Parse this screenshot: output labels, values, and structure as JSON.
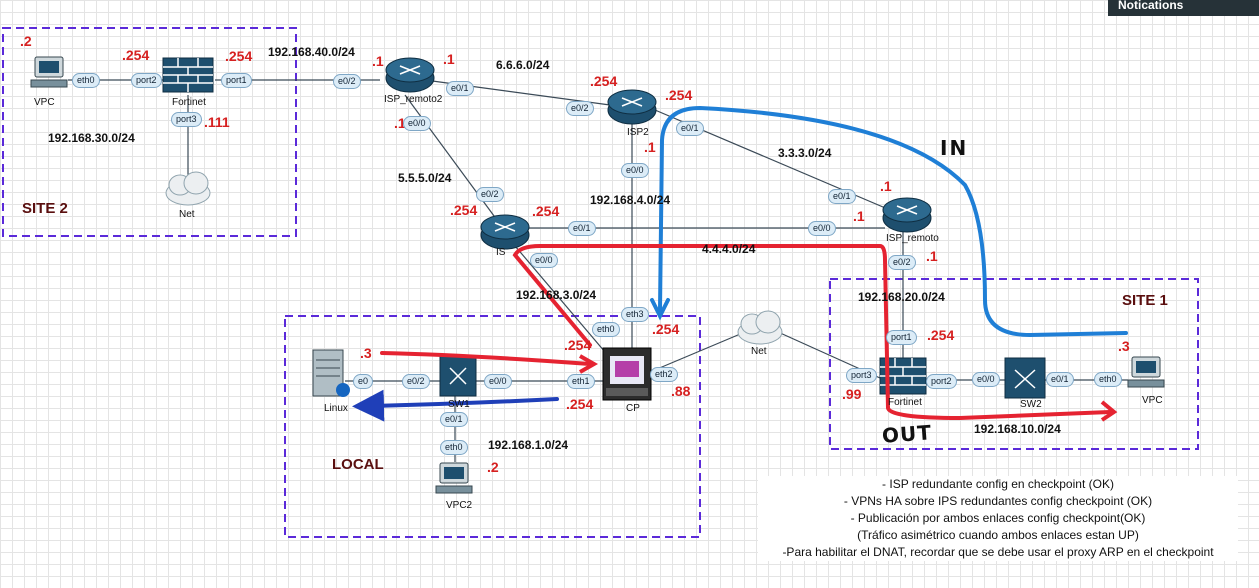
{
  "header": {
    "notifications_label": "Notications"
  },
  "sites": {
    "site2": "SITE 2",
    "site1": "SITE 1",
    "local": "LOCAL"
  },
  "devices": {
    "vpc_site2": "VPC",
    "fortinet_site2": "Fortinet",
    "net_site2": "Net",
    "isp_remoto2": "ISP_remoto2",
    "isp2": "ISP2",
    "isp1": "IS",
    "isp_remoto": "ISP_remoto",
    "linux": "Linux",
    "sw1": "SW1",
    "vpc2": "VPC2",
    "cp": "CP",
    "net_center": "Net",
    "fortinet_site1": "Fortinet",
    "sw2": "SW2",
    "vpc_site1": "VPC"
  },
  "networks": {
    "n30": "192.168.30.0/24",
    "n40": "192.168.40.0/24",
    "n666": "6.6.6.0/24",
    "n555": "5.5.5.0/24",
    "n333": "3.3.3.0/24",
    "n4": "192.168.4.0/24",
    "n444": "4.4.4.0/24",
    "n3": "192.168.3.0/24",
    "n20": "192.168.20.0/24",
    "n1": "192.168.1.0/24",
    "n10": "192.168.10.0/24"
  },
  "ips": {
    "vpc_site2": ".2",
    "forti2_port2": ".254",
    "forti2_port1": ".254",
    "forti2_port3": ".111",
    "ispr2_e02": ".1",
    "ispr2_e01": ".1",
    "ispr2_e00": ".1",
    "isp2_e02": ".254",
    "isp2_e01": ".254",
    "isp2_e00": ".1",
    "isp1_e02": ".254",
    "isp1_e01": ".254",
    "ispr_e01": ".1",
    "ispr_e00": ".1",
    "ispr_e02": ".1",
    "linux": ".3",
    "cp_eth1": ".254",
    "cp_eth0": ".254",
    "cp_eth3": ".254",
    "cp_eth2": ".88",
    "vpc2": ".2",
    "forti1_port3": ".99",
    "forti1_port1": ".254",
    "vpc_site1": ".3"
  },
  "ports": {
    "vpc_s2_eth0": "eth0",
    "f2_port2": "port2",
    "f2_port1": "port1",
    "f2_port3": "port3",
    "r2_e02": "e0/2",
    "r2_e01": "e0/1",
    "r2_e00": "e0/0",
    "isp2_e02": "e0/2",
    "isp2_e01": "e0/1",
    "isp2_e00": "e0/0",
    "isp1_e02": "e0/2",
    "isp1_e01": "e0/1",
    "isp1_e00": "e0/0",
    "r_e01": "e0/1",
    "r_e00": "e0/0",
    "r_e02": "e0/2",
    "linux_e0": "e0",
    "sw1_e02": "e0/2",
    "sw1_e00": "e0/0",
    "sw1_e01": "e0/1",
    "cp_eth1": "eth1",
    "cp_eth0": "eth0",
    "cp_eth3": "eth3",
    "cp_eth2": "eth2",
    "vpc2_eth0": "eth0",
    "f1_port1": "port1",
    "f1_port3": "port3",
    "f1_port2": "port2",
    "sw2_e00": "e0/0",
    "sw2_e01": "e0/1",
    "vpc_s1_eth0": "eth0"
  },
  "annotations": {
    "in": "IN",
    "out": "OUT"
  },
  "notes": [
    "- ISP redundante config en checkpoint (OK)",
    "- VPNs HA sobre IPS redundantes config checkpoint (OK)",
    "- Publicación por ambos enlaces config checkpoint(OK)",
    "(Tráfico asimétrico cuando ambos enlaces estan UP)",
    "-Para habilitar el DNAT, recordar que se debe usar el proxy ARP en el checkpoint"
  ],
  "colors": {
    "ip_label": "#d62020",
    "traffic_red": "#e52331",
    "traffic_blue": "#1f7fd6",
    "return_blue": "#1f3fb8",
    "site_border": "#5b2ad9",
    "device_blue": "#1e4f6e"
  }
}
